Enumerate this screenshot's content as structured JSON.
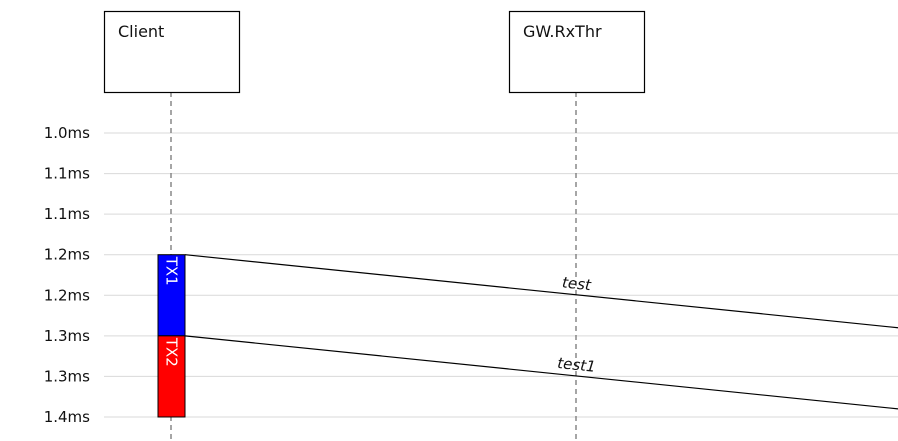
{
  "actors": [
    {
      "id": "client",
      "label": "Client"
    },
    {
      "id": "gw",
      "label": "GW.RxThr"
    }
  ],
  "time_axis": {
    "tick_labels": [
      "1.0ms",
      "1.1ms",
      "1.1ms",
      "1.2ms",
      "1.2ms",
      "1.3ms",
      "1.3ms",
      "1.4ms"
    ]
  },
  "activations": [
    {
      "actor": "client",
      "label": "TX1",
      "color": "#0000ff",
      "start_tick": 3,
      "end_tick": 5
    },
    {
      "actor": "client",
      "label": "TX2",
      "color": "#ff0000",
      "start_tick": 5,
      "end_tick": 7
    }
  ],
  "messages": [
    {
      "label": "test",
      "from": "client",
      "start_tick": 3,
      "end_tick": 4.8
    },
    {
      "label": "test1",
      "from": "client",
      "start_tick": 5,
      "end_tick": 6.8
    }
  ],
  "colors": {
    "grid": "#d9d9d9",
    "lifeline": "#777777",
    "line": "#000000"
  }
}
